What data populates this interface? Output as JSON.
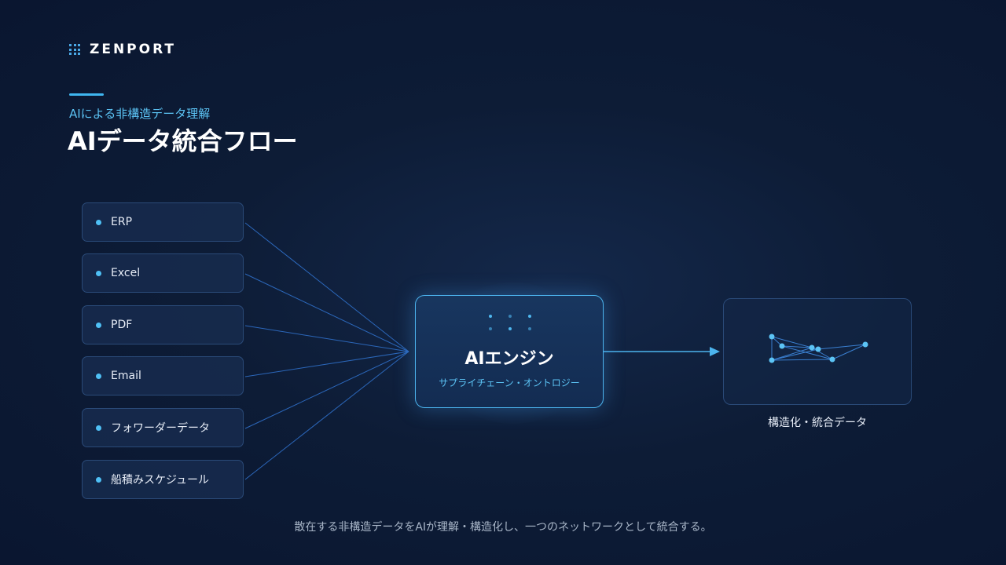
{
  "brand": {
    "name": "ZENPORT"
  },
  "header": {
    "subtitle": "AIによる非構造データ理解",
    "title": "AIデータ統合フロー"
  },
  "sources": [
    {
      "label": "ERP"
    },
    {
      "label": "Excel"
    },
    {
      "label": "PDF"
    },
    {
      "label": "Email"
    },
    {
      "label": "フォワーダーデータ"
    },
    {
      "label": "船積みスケジュール"
    }
  ],
  "engine": {
    "title": "AIエンジン",
    "subtitle": "サプライチェーン・オントロジー"
  },
  "output": {
    "label": "構造化・統合データ"
  },
  "footer": {
    "text": "散在する非構造データをAIが理解・構造化し、一つのネットワークとして統合する。"
  },
  "colors": {
    "accent": "#3fb6f0",
    "background": "#0d1c36",
    "line": "#2f6fc8"
  }
}
